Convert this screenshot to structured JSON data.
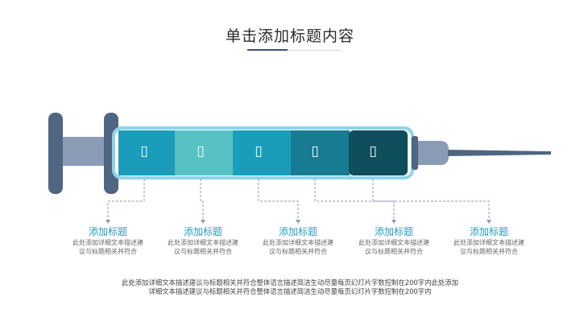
{
  "header": {
    "title": "单击添加标题内容"
  },
  "segments": [
    {
      "icon": "placeholder-glyph",
      "glyph": "▯",
      "color": "#1a9dbb"
    },
    {
      "icon": "placeholder-glyph",
      "glyph": "▯",
      "color": "#57c1c3"
    },
    {
      "icon": "placeholder-glyph",
      "glyph": "▯",
      "color": "#1a9dbb"
    },
    {
      "icon": "placeholder-glyph",
      "glyph": "▯",
      "color": "#177b91"
    },
    {
      "icon": "placeholder-glyph",
      "glyph": "▯",
      "color": "#0f4e5c"
    }
  ],
  "items": [
    {
      "title": "添加标题",
      "desc_line1": "此处添加详细文本描述建",
      "desc_line2": "议与标题相关并符合"
    },
    {
      "title": "添加标题",
      "desc_line1": "此处添加详细文本描述建",
      "desc_line2": "议与标题相关并符合"
    },
    {
      "title": "添加标题",
      "desc_line1": "此处添加详细文本描述建",
      "desc_line2": "议与标题相关并符合"
    },
    {
      "title": "添加标题",
      "desc_line1": "此处添加详细文本描述建",
      "desc_line2": "议与标题相关并符合"
    },
    {
      "title": "添加标题",
      "desc_line1": "此处添加详细文本描述建",
      "desc_line2": "议与标题相关并符合"
    }
  ],
  "footer": {
    "line1": "此处添加详细文本描述建议与标题相关并符合整体语言描述简洁生动尽量每页幻灯片字数控制在200字内此处添加",
    "line2": "详细文本描述建议与标题相关并符合整体语言描述简洁生动尽量每页幻灯片字数控制在200字内"
  },
  "colors": {
    "plunger": "#4f6580",
    "plunger_rod": "#8a9bb6",
    "barrel_outline": "#8fd3ea",
    "needle": "#4f6580",
    "connector": "#8a9bb6",
    "accent": "#1f9fbd"
  }
}
